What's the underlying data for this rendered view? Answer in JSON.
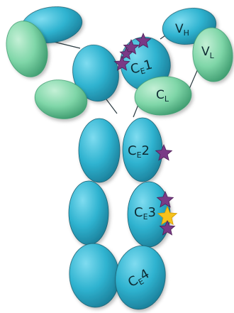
{
  "diagram": {
    "labels": {
      "vh": {
        "main": "V",
        "sub": "H"
      },
      "vl": {
        "main": "V",
        "sub": "L"
      },
      "cl": {
        "main": "C",
        "sub": "L"
      },
      "ce1": {
        "main": "C",
        "sub": "E",
        "tail": "1"
      },
      "ce2": {
        "main": "C",
        "sub": "E",
        "tail": "2"
      },
      "ce3": {
        "main": "C",
        "sub": "E",
        "tail": "3"
      },
      "ce4": {
        "main": "C",
        "sub": "E",
        "tail": "4"
      }
    },
    "colors": {
      "heavy_chain": "#2fb3d0",
      "heavy_chain_light": "#7fdcf0",
      "heavy_chain_dark": "#1b7f9a",
      "light_chain": "#7fd6a8",
      "light_chain_light": "#c4f0d6",
      "light_chain_dark": "#3f9c70",
      "outline": "#1d5f6f",
      "star_purple": "#7a3a86",
      "star_gold": "#f6c21c",
      "connector": "#2a3a40"
    }
  }
}
